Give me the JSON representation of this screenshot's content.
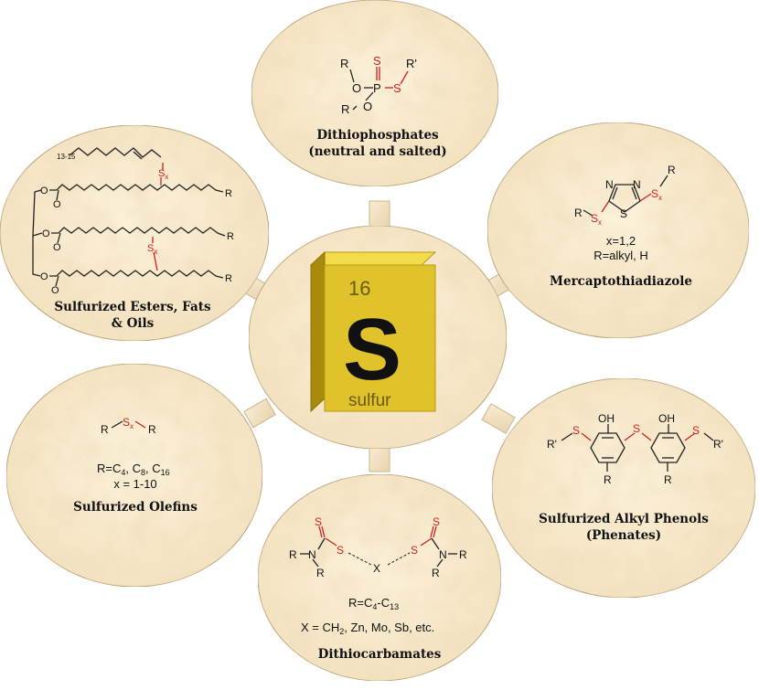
{
  "center": {
    "number": "16",
    "symbol": "S",
    "name": "sulfur"
  },
  "nodes": {
    "dithiophosphates": {
      "title_line1": "Dithiophosphates",
      "title_line2": "(neutral and salted)",
      "atoms": {
        "r1": "R",
        "o1": "O",
        "p": "P",
        "s_top": "S",
        "s_right": "S",
        "r_prime": "R'",
        "o2": "O",
        "r2": "R"
      }
    },
    "esters": {
      "title_line1": "Sulfurized Esters, Fats",
      "title_line2": "& Oils",
      "chain_label": "13-15",
      "atoms": {
        "o1": "O",
        "o2": "O",
        "o3": "O",
        "r1": "R",
        "r2": "R",
        "r3": "R",
        "s1": "S",
        "s2": "S",
        "sub": "x"
      }
    },
    "mercapto": {
      "title": "Mercaptothiadiazole",
      "line1": "x=1,2",
      "line2": "R=alkyl, H",
      "atoms": {
        "n1": "N",
        "n2": "N",
        "s_ring": "S",
        "r_left": "R",
        "r_right": "R",
        "s_left": "S",
        "s_right": "S",
        "sub": "x"
      }
    },
    "olefins": {
      "title": "Sulfurized Olefins",
      "atoms": {
        "r_left": "R",
        "s": "S",
        "sub": "x",
        "r_right": "R"
      },
      "line1": {
        "prefix": "R=C",
        "s1": "4",
        "sep1": ", C",
        "s2": "8",
        "sep2": ", C",
        "s3": "16"
      },
      "line2": "x = 1-10"
    },
    "phenols": {
      "title_line1": "Sulfurized Alkyl Phenols",
      "title_line2": "(Phenates)",
      "atoms": {
        "oh1": "OH",
        "oh2": "OH",
        "s_left": "S",
        "s_mid": "S",
        "s_right": "S",
        "r_left": "R'",
        "r_right": "R'",
        "r_bot1": "R",
        "r_bot2": "R"
      }
    },
    "dithiocarbamates": {
      "title": "Dithiocarbamates",
      "atoms": {
        "s1": "S",
        "s2": "S",
        "s3": "S",
        "s4": "S",
        "n1": "N",
        "n2": "N",
        "x": "X",
        "r1": "R",
        "r2": "R",
        "r3": "R",
        "r4": "R"
      },
      "line1": {
        "prefix": "R=C",
        "s1": "4",
        "sep": "-C",
        "s2": "13"
      },
      "line2": {
        "prefix": "X = CH",
        "s1": "2",
        "rest": ", Zn, Mo, Sb, etc."
      }
    }
  }
}
